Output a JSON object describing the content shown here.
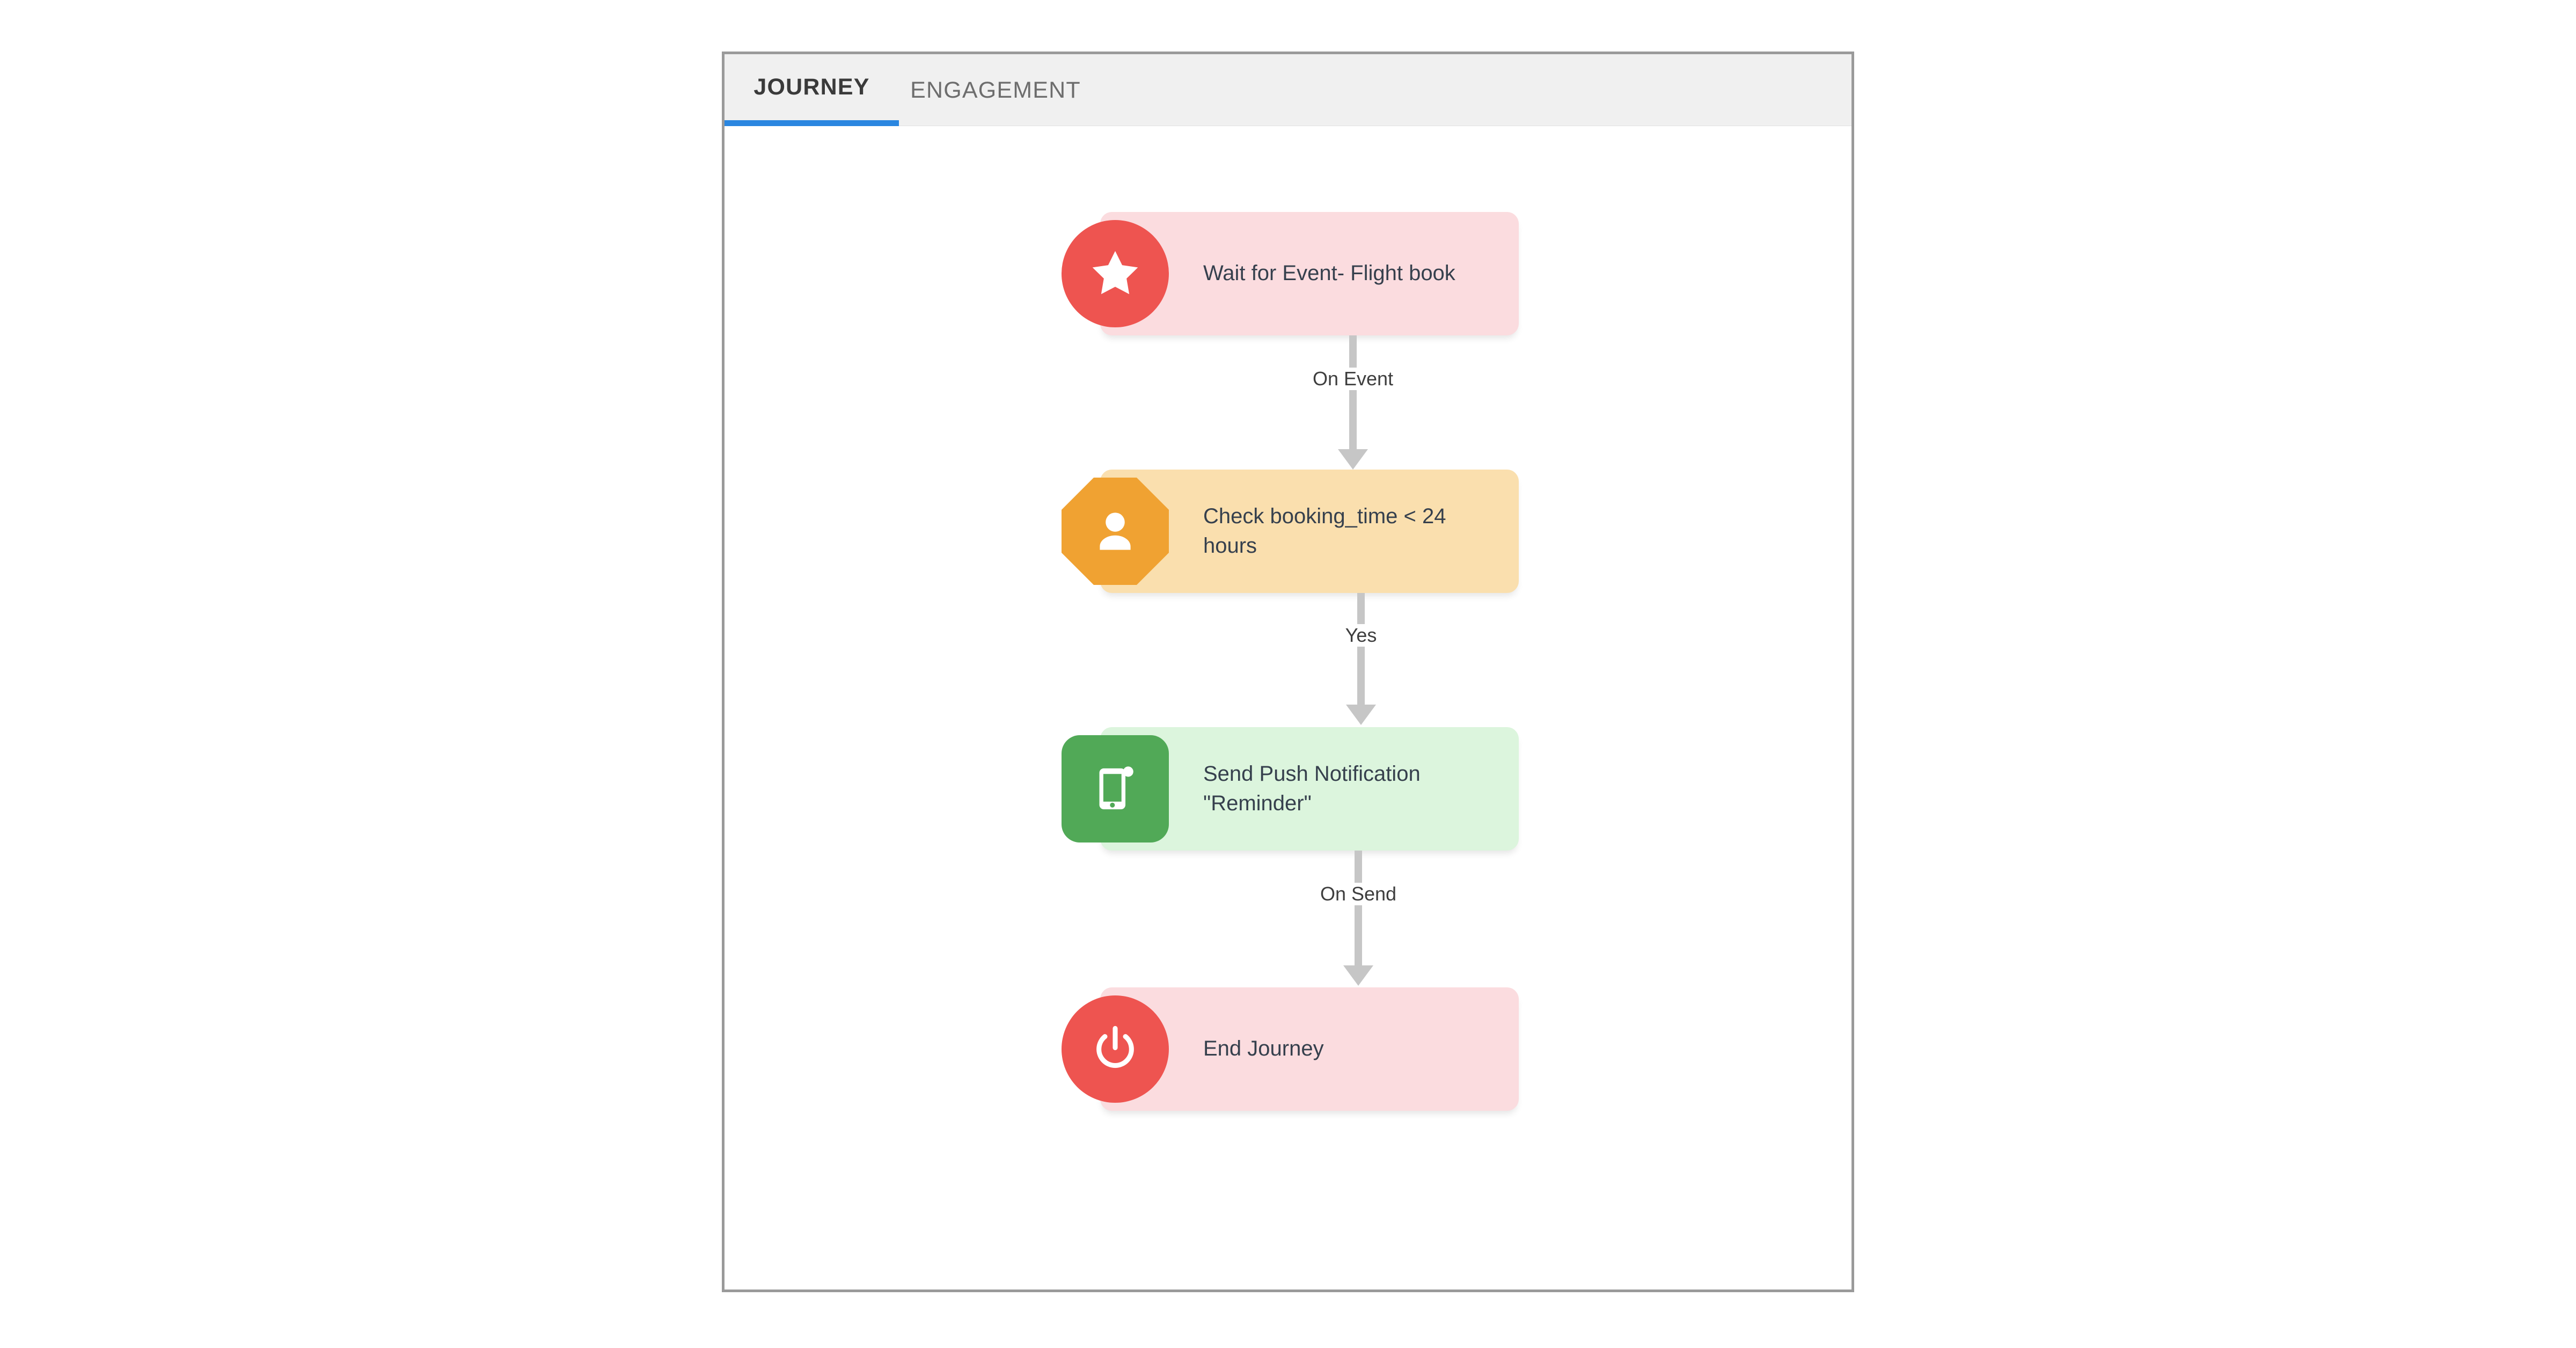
{
  "panel": {
    "tabs": [
      {
        "id": "journey",
        "label": "JOURNEY",
        "active": true
      },
      {
        "id": "engagement",
        "label": "ENGAGEMENT",
        "active": false
      }
    ],
    "accent_color": "#2a86e0",
    "tabbar_bg": "#f0f0f0",
    "border_color": "#9a9a9a"
  },
  "flow": {
    "nodes": [
      {
        "id": "wait-for-event",
        "label": "Wait for Event- Flight book",
        "icon": "star-icon",
        "badge_shape": "circle",
        "badge_color": "#ee5450",
        "card_color": "#fbdcdf"
      },
      {
        "id": "check-booking-time",
        "label": "Check booking_time < 24 hours",
        "icon": "user-icon",
        "badge_shape": "octagon",
        "badge_color": "#f0a232",
        "card_color": "#fadfae"
      },
      {
        "id": "send-push-notification",
        "label": "Send Push Notification\n\"Reminder\"",
        "icon": "mobile-push-icon",
        "badge_shape": "rounded",
        "badge_color": "#51a957",
        "card_color": "#dcf5dd"
      },
      {
        "id": "end-journey",
        "label": "End Journey",
        "icon": "power-icon",
        "badge_shape": "circle",
        "badge_color": "#ee5450",
        "card_color": "#fbdcdf"
      }
    ],
    "edges": [
      {
        "id": "edge-1",
        "label": "On Event",
        "from": "wait-for-event",
        "to": "check-booking-time"
      },
      {
        "id": "edge-2",
        "label": "Yes",
        "from": "check-booking-time",
        "to": "send-push-notification"
      },
      {
        "id": "edge-3",
        "label": "On Send",
        "from": "send-push-notification",
        "to": "end-journey"
      }
    ],
    "connector_color": "#c6c6c6"
  }
}
